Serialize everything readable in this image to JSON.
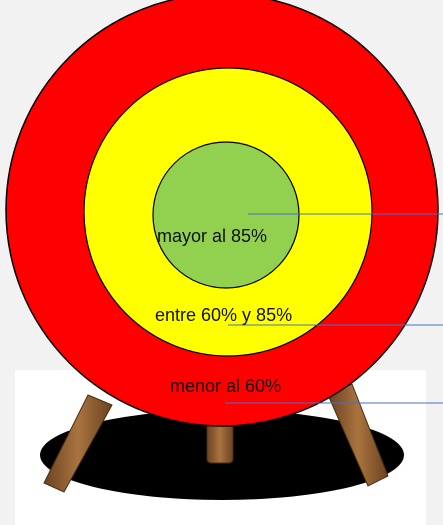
{
  "target": {
    "labels": {
      "inner": "mayor al 85%",
      "middle": "entre 60% y 85%",
      "outer": "menor al 60%"
    },
    "colors": {
      "outer_ring": "#ff0000",
      "middle_ring": "#ffff00",
      "inner_circle": "#92d050",
      "leader_line": "#4472c4",
      "background": "#f2f2f2",
      "stand_wood": "#8b5a2b",
      "shadow": "#000000"
    },
    "icons": {
      "stand": "wooden-tripod-stand-icon",
      "shadow": "ground-shadow-icon"
    }
  }
}
